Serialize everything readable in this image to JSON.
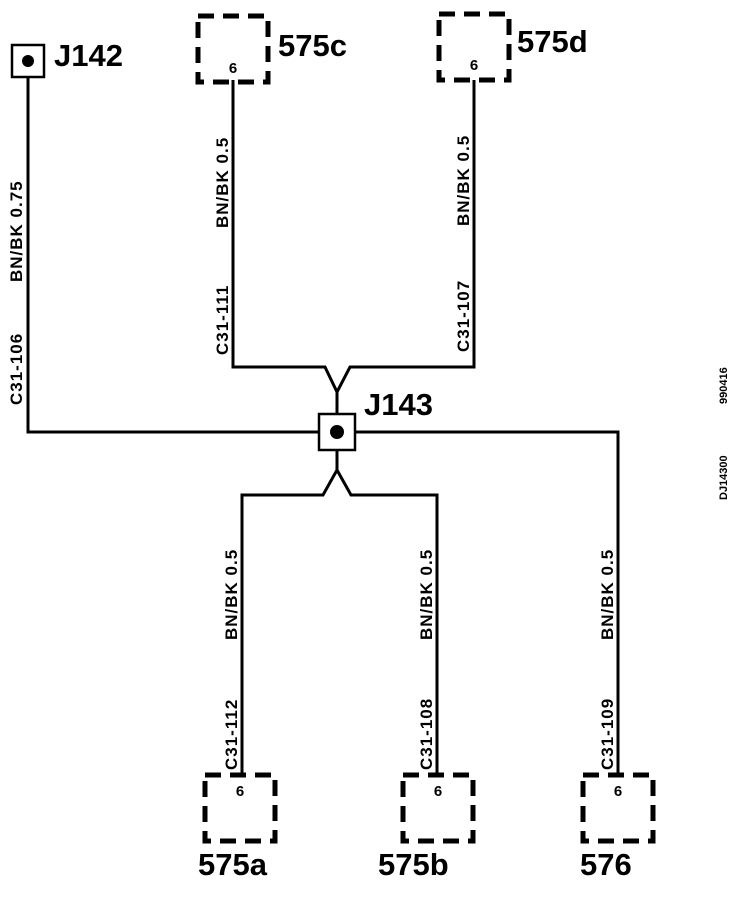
{
  "splices": {
    "j142": "J142",
    "j143": "J143"
  },
  "connectors": {
    "c575c": {
      "name": "575c",
      "pin": "6"
    },
    "c575d": {
      "name": "575d",
      "pin": "6"
    },
    "c575a": {
      "name": "575a",
      "pin": "6"
    },
    "c575b": {
      "name": "575b",
      "pin": "6"
    },
    "c576": {
      "name": "576",
      "pin": "6"
    }
  },
  "wires": {
    "w106": {
      "circuit": "C31-106",
      "spec": "BN/BK 0.75"
    },
    "w111": {
      "circuit": "C31-111",
      "spec": "BN/BK 0.5"
    },
    "w107": {
      "circuit": "C31-107",
      "spec": "BN/BK 0.5"
    },
    "w112": {
      "circuit": "C31-112",
      "spec": "BN/BK 0.5"
    },
    "w108": {
      "circuit": "C31-108",
      "spec": "BN/BK 0.5"
    },
    "w109": {
      "circuit": "C31-109",
      "spec": "BN/BK 0.5"
    }
  },
  "reference": {
    "drawing_id": "DJ14300",
    "date_code": "990416"
  }
}
